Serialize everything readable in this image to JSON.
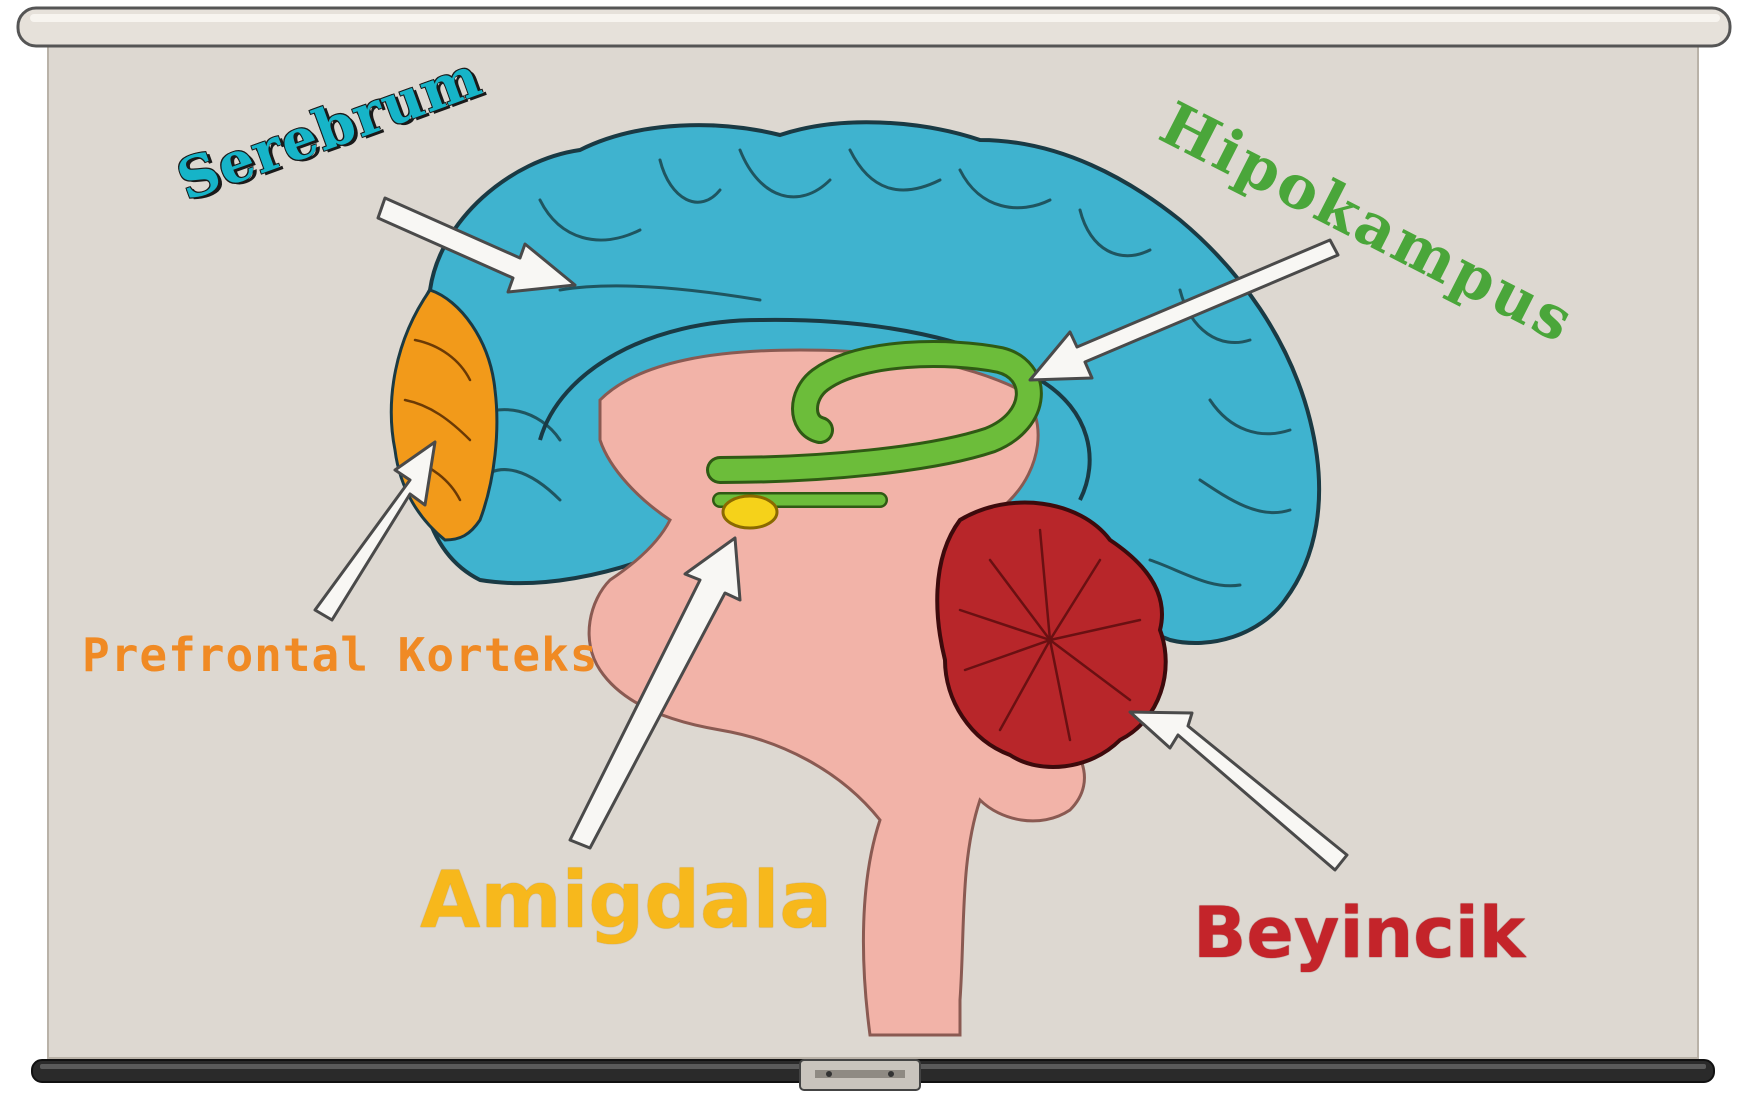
{
  "labels": {
    "serebrum": "Serebrum",
    "hipokampus": "Hipokampus",
    "prefrontal": "Prefrontal Korteks",
    "amigdala": "Amigdala",
    "beyincik": "Beyincik"
  },
  "colors": {
    "cerebrum": "#3fb3cf",
    "prefrontal_cortex": "#f29a1a",
    "hippocampus": "#6cbd3a",
    "amygdala": "#f5d21a",
    "cerebellum": "#b8262a",
    "brainstem": "#f2b3a8",
    "screen": "#ddd8d1",
    "roller": "#2a2a2a"
  }
}
